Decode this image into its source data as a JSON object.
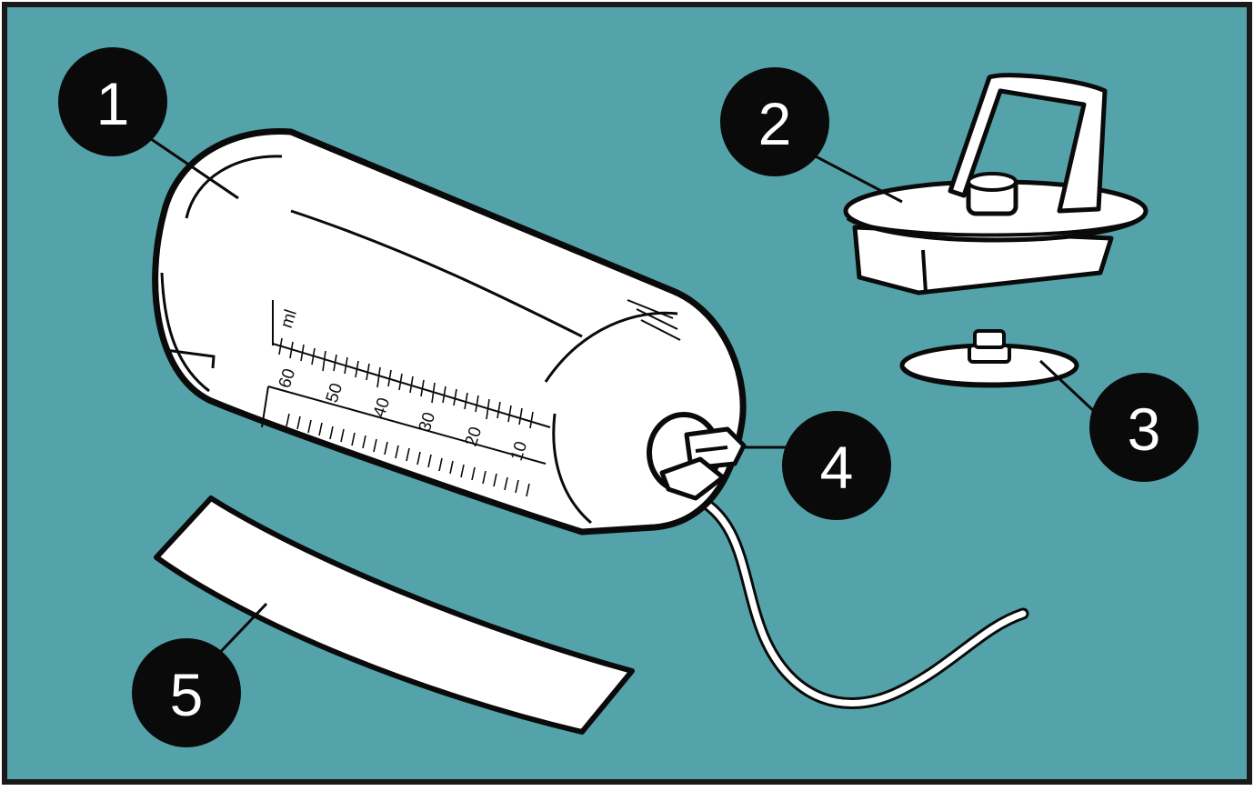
{
  "colors": {
    "background": "#55a3aa",
    "frame": "#1a1a1a",
    "ink": "#0a0a0a",
    "part_fill": "#ffffff"
  },
  "syringe": {
    "unit": "ml",
    "scale_labels": [
      "60",
      "50",
      "40",
      "30",
      "20",
      "10"
    ]
  },
  "callouts": [
    {
      "number": "1",
      "part": "syringe-body"
    },
    {
      "number": "2",
      "part": "cap-with-handle"
    },
    {
      "number": "3",
      "part": "disc-valve"
    },
    {
      "number": "4",
      "part": "connector-with-tube"
    },
    {
      "number": "5",
      "part": "label-strip"
    }
  ]
}
